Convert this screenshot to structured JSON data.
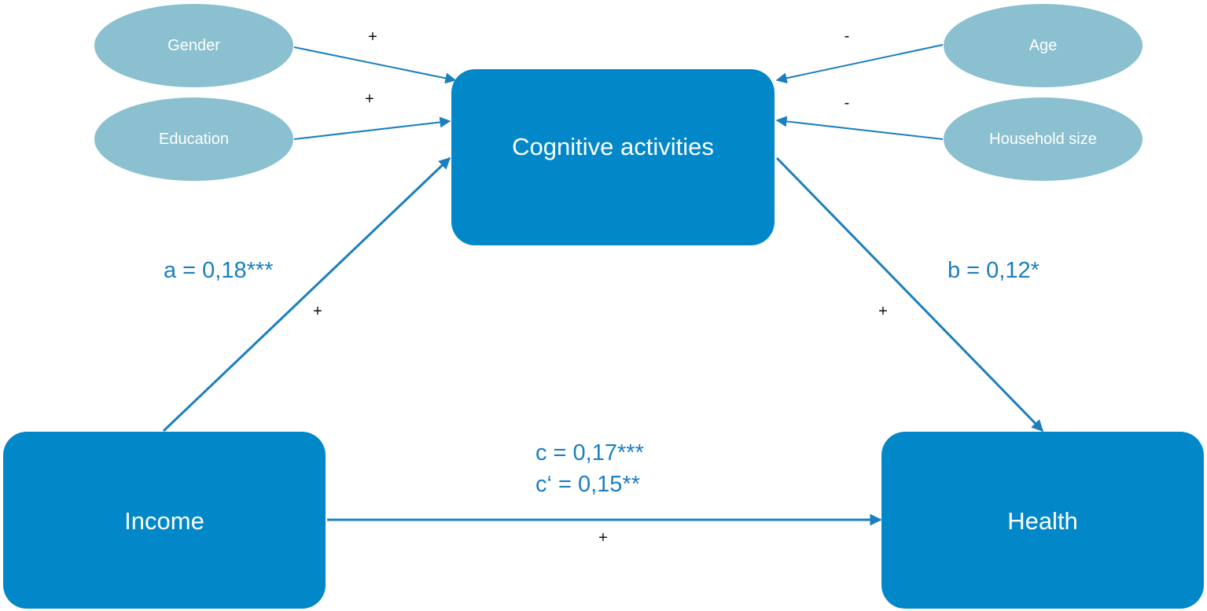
{
  "nodes": {
    "cognitive": "Cognitive activities",
    "income": "Income",
    "health": "Health",
    "gender": "Gender",
    "education": "Education",
    "age": "Age",
    "household": "Household size"
  },
  "coefficients": {
    "a": "a = 0,18***",
    "b": "b = 0,12*",
    "c": "c = 0,17***",
    "c_prime": "c‘ = 0,15**"
  },
  "signs": {
    "gender": "+",
    "education": "+",
    "age": "-",
    "household": "-",
    "path_a": "+",
    "path_b": "+",
    "path_c": "+"
  },
  "colors": {
    "box": "#0288c9",
    "ellipse": "#8ac0cf",
    "arrow": "#1a7fbe",
    "coefficient_text": "#1a7fbe",
    "sign_text": "#111111"
  }
}
